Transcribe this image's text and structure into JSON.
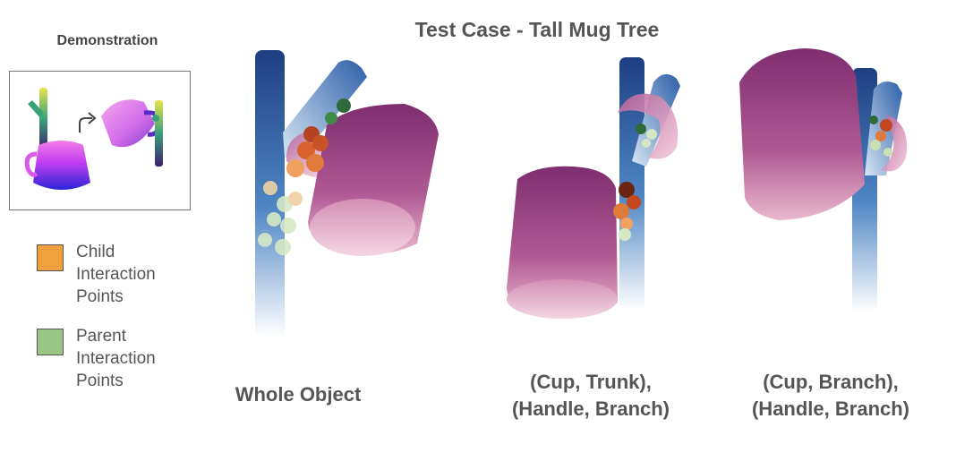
{
  "demonstration": {
    "title": "Demonstration"
  },
  "title": "Test Case - Tall Mug Tree",
  "legend": {
    "child": {
      "label": "Child\nInteraction\nPoints",
      "color": "#f0a03c"
    },
    "parent": {
      "label": "Parent\nInteraction\nPoints",
      "color": "#9bc584"
    }
  },
  "panels": [
    {
      "label": "Whole Object"
    },
    {
      "label": "(Cup, Trunk),\n(Handle, Branch)"
    },
    {
      "label": "(Cup, Branch),\n(Handle, Branch)"
    }
  ],
  "colors": {
    "tree_blue": "#1e4a8c",
    "mug_purple": "#8a3a78",
    "mug_pink": "#e9b8cc",
    "child_orange": "#e07a3a",
    "parent_green": "#c9e0b4",
    "dark_green": "#2f6b3a"
  }
}
